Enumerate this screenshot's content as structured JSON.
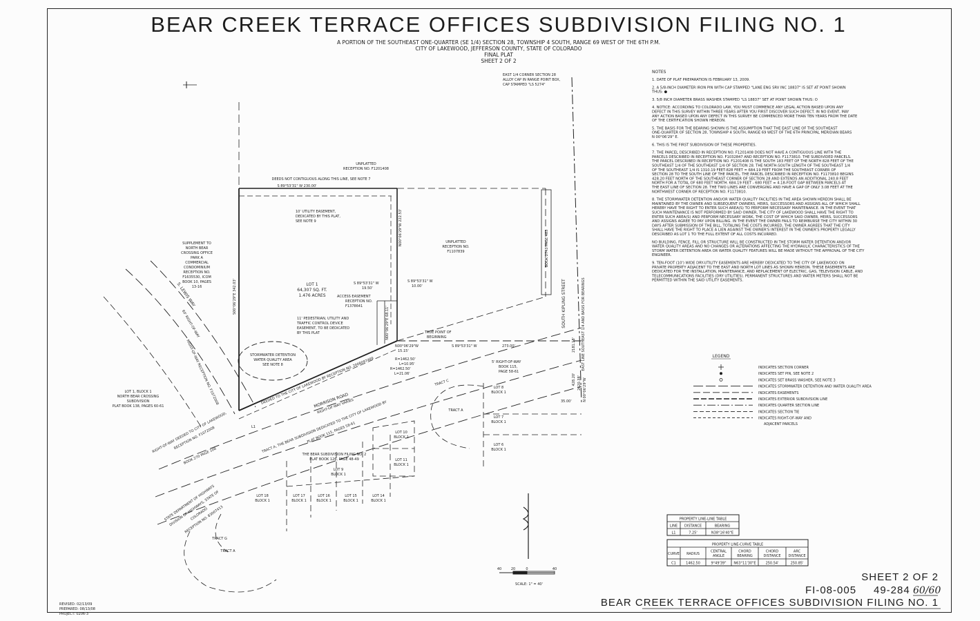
{
  "header": {
    "title": "BEAR CREEK TERRACE OFFICES SUBDIVISION FILING NO. 1",
    "subtitle_lines": [
      "A PORTION OF THE SOUTHEAST ONE-QUARTER (SE 1/4) SECTION 28, TOWNSHIP 4 SOUTH, RANGE 69 WEST OF THE 6TH P.M.",
      "CITY OF LAKEWOOD, JEFFERSON COUNTY, STATE OF COLORADO",
      "FINAL PLAT",
      "SHEET 2 OF 2"
    ]
  },
  "notes": {
    "heading": "NOTES",
    "items": [
      [
        "1.  DATE OF PLAT PREPARATION IS FEBRUARY 13, 2009."
      ],
      [
        "2.  A 5/8-INCH DIAMETER IRON PIN WITH CAP STAMPED \"LANE ENG SRV INC 18837\" IS SET AT POINT SHOWN",
        "THUS: ●"
      ],
      [
        "3.  5/8 INCH DIAMETER BRASS WASHER STAMPED \"LS 18837\" SET AT POINT SHOWN THUS: O"
      ],
      [
        "4.  NOTICE:  ACCORDING TO COLORADO LAW, YOU MUST COMMENCE ANY LEGAL ACTION BASED UPON ANY",
        "DEFECT IN THIS SURVEY WITHIN THREE YEARS AFTER YOU FIRST DISCOVER SUCH DEFECT.  IN NO EVENT, MAY",
        "ANY ACTION BASED UPON ANY DEFECT IN THIS SURVEY BE COMMENCED MORE THAN TEN YEARS FROM THE DATE",
        "OF THE CERTIFICATION SHOWN HEREON."
      ],
      [
        "5.  THE BASIS FOR THE BEARING SHOWN IS THE ASSUMPTION THAT THE EAST LINE OF THE SOUTHEAST",
        "ONE-QUARTER OF SECTION 28, TOWNSHIP 4 SOUTH, RANGE 69 WEST OF THE 6TH PRINCIPAL MERIDIAN BEARS",
        "N 00°06'29\" E."
      ],
      [
        "6.  THIS IS THE FIRST SUBDIVISION OF THESE PROPERTIES."
      ],
      [
        "7.  THE PARCEL DESCRIBED IN RECEPTION NO. F1201408 DOES NOT HAVE A CONTIGUOUS LINE WITH THE",
        "PARCELS DESCRIBED IN RECEPTION NO. F1032847 AND RECEPTION NO. F1173810.  THE SUBDIVIDED PARCELS.",
        "THE PARCEL DESCRIBED IN RECEPTION NO. F1201408 IS THE SOUTH 183 FEET OF THE NORTH 828 FEET OF THE",
        "SOUTHEAST 1/4 OF THE SOUTHEAST 1/4 OF SECTION 28.  THE NORTH-SOUTH LENGTH OF THE SOUTHEAST 1/4",
        "OF THE SOUTHEAST 1/4  IS 1310.19 FEET-828 FEET = 684.19 FEET FROM THE SOUTHEAST CORNER OF",
        "SECTION 28 TO THE SOUTH LINE OF THE PARCEL.  THE PARCEL DESCRIBED IN RECEPTION NO. F1173810 BEGINS",
        "428.20 FEET NORTH OF THE SOUTHEAST CORNER OF SECTION 28 AND EXTENDS AN ADDITIONAL 240.8 FEET",
        "NORTH FOR A TOTAL OF 680 FEET NORTH.  684.19 FEET - 680 FEET = 4.18-FOOT GAP BETWEEN PARCELS AT",
        "THE EAST LINE OF SECTION 28.  THE TWO LINES ARE CONVERGING AND HAVE A GAP OF ONLY 3.08 FEET AT THE",
        "NORTHWEST CORNER OF RECEPTION NO. F1173810."
      ],
      [
        "8.  THE STORMWATER DETENTION AND/OR WATER QUALITY FACILITIES IN THE AREA SHOWN HEREON SHALL BE",
        "MAINTAINED BY THE OWNER AND SUBSEQUENT OWNERS, HEIRS, SUCCESSORS AND ASSIGNS ALL OF WHICH SHALL",
        "HEREBY HAVE THE RIGHT TO ENTER SUCH AREA(S) TO PERFORM NECESSARY MAINTENANCE.  IN THE EVENT THAT",
        "SUCH MAINTENANCE IS NOT PERFORMED BY SAID OWNER, THE CITY OF LAKEWOOD SHALL HAVE THE RIGHT TO",
        "ENTER SUCH AREA(S) AND PERFORM NECESSARY WORK, THE COST OF WHICH SAID OWNER, HEIRS, SUCCESSORS",
        "AND ASSIGNS AGREE TO PAY UPON BILLING.  IN THE EVENT THE OWNER FAILS TO REIMBURSE THE CITY WITHIN 30",
        "DAYS AFTER SUBMISSION OF THE BILL, TOTALING THE COSTS INCURRED, THE OWNER AGREES THAT THE CITY",
        "SHALL HAVE THE RIGHT TO PLACE A LIEN AGAINST THE OWNER'S INTEREST IN THE OWNER'S PROPERTY LEGALLY",
        "DESCRIBED AS LOT 1 TO THE FULL EXTENT OF ALL COSTS INCURRED."
      ],
      [
        "NO BUILDING, FENCE, FILL OR STRUCTURE WILL BE CONSTRUCTED IN THE STORM WATER DETENTION AND/OR",
        "WATER QUALITY AREAS AND NO CHANGES OR ALTERATIONS AFFECTING THE HYDRAULIC CHARACTERISTICS OF THE",
        "STORM WATER DETENTION AREA OR WATER QUALITY FEATURES WILL BE MADE WITHOUT THE APPROVAL OF THE CITY",
        "ENGINEER."
      ],
      [
        "9.  TEN-FOOT (10') WIDE DRY-UTILITY EASEMENTS ARE HEREBY DEDICATED TO THE CITY OF LAKEWOOD ON",
        "PRIVATE PROPERTY ADJACENT TO THE EAST AND NORTH LOT LINES AS SHOWN HEREON.  THESE EASEMENTS ARE",
        "DEDICATED FOR THE INSTALLATION, MAINTENANCE, AND REPLACEMENT OF ELECTRIC, GAS, TELEVISION CABLE, AND",
        "TELECOMMUNICATIONS FACILITIES (DRY UTILITIES).  PERMANENT STRUCTURES AND WATER METERS SHALL NOT BE",
        "PERMITTED WITHIN THE SAID UTILITY EASEMENTS."
      ]
    ]
  },
  "legend": {
    "heading": "LEGEND",
    "items": [
      "INDICATES SECTION CORNER",
      "INDICATES SET PIN, SEE NOTE 2",
      "INDICATES SET BRASS WASHER, SEE NOTE 3",
      "INDICATES STORMWATER DETENTION AND WATER QUALITY AREA",
      "INDICATES EASEMENTS",
      "INDICATES EXTERIOR SUBDIVISION LINE",
      "INDICATES QUARTER SECTION LINE",
      "INDICATES SECTION TIE",
      "INDICATES RIGHT-OF-WAY AND",
      "ADJACENT PARCELS"
    ]
  },
  "line_table": {
    "title": "PROPERTY LINE-LINE TABLE",
    "headers": [
      "LINE",
      "DISTANCE",
      "BEARING"
    ],
    "rows": [
      [
        "L1",
        "7.25'",
        "N38°16'40\"E"
      ]
    ]
  },
  "curve_table": {
    "title": "PROPERTY LINE-CURVE TABLE",
    "headers": [
      "CURVE",
      "RADIUS",
      "CENTRAL ANGLE",
      "CHORD BEARING",
      "CHORD DISTANCE",
      "ARC DISTANCE"
    ],
    "rows": [
      [
        "C1",
        "1462.50",
        "9°49'39\"",
        "N63°11'30\"E",
        "250.54'",
        "250.85'"
      ]
    ]
  },
  "title_block": {
    "sheet": "SHEET 2 OF 2",
    "file_no": "FI-08-005",
    "case_no": "49-284",
    "handwritten": "60/60",
    "title": "BEAR CREEK TERRACE OFFICES SUBDIVISION FILING NO. 1"
  },
  "revision": [
    "REVISED: 02/13/09",
    "PREPARED: 08/13/08",
    "PROJECT: 0206-3"
  ],
  "scale": {
    "ticks": [
      "40",
      "20",
      "0",
      "40"
    ],
    "label": "SCALE: 1\" = 40'"
  },
  "map_labels": {
    "corner_note": [
      "EAST 1/4 CORNER SECTION 28",
      "ALLOY CAP IN RANGE POINT BOX,",
      "CAP STAMPED \"LS 5274\""
    ],
    "unplatted_north": [
      "UNPLATTED",
      "RECEPTION NO. F1201408"
    ],
    "deeds_note": "DEEDS NOT CONTIGUOUS ALONG THIS LINE, SEE NOTE 7",
    "north_bearing": "S 89°53'31\" W",
    "north_dist": "230.00'",
    "utility_easement": [
      "10' UTILITY EASEMENT,",
      "DEDICATED BY THIS PLAT,",
      "SEE NOTE 9"
    ],
    "unplatted_east": [
      "UNPLATTED",
      "RECEPTION NO.",
      "F1107839"
    ],
    "book_page": "BOOK 2743 PAGE 483",
    "supplement": [
      "SUPPLEMENT TO",
      "NORTH BEAR",
      "CROSSING OFFICE",
      "PARK A",
      "COMMERCIAL",
      "CONDOMINIUM",
      "RECEPTION NO.",
      "F1635530, ICOM",
      "BOOK 10, PAGES",
      "13-16"
    ],
    "lot1": [
      "LOT 1",
      "64,307 SQ. FT.",
      "1.476 ACRES"
    ],
    "bearing_a": "S 89°53'31\" W",
    "dist_a": "19.50'",
    "bearing_b": "S 89°53'31\" W",
    "dist_b": "10.00'",
    "access": [
      "ACCESS EASEMENT",
      "RECEPTION NO.",
      "F1378641"
    ],
    "pedestrian": [
      "11' PEDESTRIAN, UTILITY AND",
      "TRAFFIC CONTROL DEVICE",
      "EASEMENT, TO BE DEDICATED",
      "BY THIS PLAT"
    ],
    "west_line": "S00°06'29\"E",
    "west_dist": "342.03'",
    "east_line": "N00°06'29\"W",
    "east_dist": "222.53'",
    "small_seg": "N00°06'29\"E",
    "small_dist": "68.11'",
    "true_point": [
      "TRUE POINT OF",
      "BEGINNING"
    ],
    "bearing_c": "N00°06'29\"W",
    "dist_c": "15.15'",
    "south_bearing": "S 89°53'31\" W",
    "south_dist": "273.00'",
    "curve_labels": [
      "R=1462.50'",
      "L=10.95'",
      "R=1462.50'",
      "L=21.06'"
    ],
    "row_five": [
      "5' RIGHT-OF-WAY",
      "BOOK 115,",
      "PAGE 58-61"
    ],
    "stormwater": [
      "STORMWATER DETENTION",
      "WATER QUALITY AREA",
      "SEE NOTE 8"
    ],
    "deeded_strip": "DEEDED TO THE CITY OF LAKEWOOD BY RECEPTION NO. 2008097489",
    "morrison": "MORRISON ROAD",
    "morrison_row": "RIGHT-OF-WAY VARIES",
    "kipling": "SOUTH KIPLING STREET",
    "east_line_note": "EAST LINE SOUTHEAST 1/4 AND BASIS FOR BEARINGS",
    "east_tie": "N 00°06'29\"W",
    "east_tie_1": "2181.18'",
    "east_tie_2": "428.20'",
    "east_tie_3": "2620.38'",
    "row_35": "35.00'",
    "lewis": "S. LEWIS WAY",
    "lewis_row": [
      "60' RIGHT-OF-WAY",
      "RIGHT-OF-WAY RECEPTION NO. F1072008"
    ],
    "lot1_block1": [
      "LOT 1, BLOCK 1",
      "NORTH BEAR CROSSING",
      "SUBDIVISION",
      "PLAT BOOK 138, PAGES 60-61"
    ],
    "row_deeded": [
      "RIGHT-OF-WAY DEEDED TO CITY OF LAKEWOOD,",
      "RECEPTION NO. F1072008"
    ],
    "book270": "BOOK 270 PAGE 108",
    "tract_a_strip": [
      "TRACT A, THE BEAR SUBDIVISION DEDICATED TO THE CITY OF LAKEWOOD BY",
      "PLAT BOOK 115, PAGES 58-61"
    ],
    "state_dept": [
      "STATE DEPARTMENT OF HIGHWAYS",
      "DIVISION OF HIGHWAYS, STATE OF",
      "COLORADO",
      "RECEPTION NO. 83007413"
    ],
    "filing2": [
      "THE BEAR SUBDIVISION FILING NO. 2",
      "PLAT BOOK 126, PAGE 48-49"
    ],
    "tract_c": "TRACT C",
    "tract_a": "TRACT A",
    "tract_g": "TRACT G",
    "tract_a2": "TRACT A",
    "lots": [
      [
        "LOT 8",
        "BLOCK 1"
      ],
      [
        "LOT 7",
        "BLOCK 1"
      ],
      [
        "LOT 6",
        "BLOCK 1"
      ],
      [
        "LOT 10",
        "BLOCK 1"
      ],
      [
        "LOT 11",
        "BLOCK 1"
      ],
      [
        "LOT 9",
        "BLOCK 1"
      ],
      [
        "LOT 18",
        "BLOCK 1"
      ],
      [
        "LOT 17",
        "BLOCK 1"
      ],
      [
        "LOT 16",
        "BLOCK 1"
      ],
      [
        "LOT 15",
        "BLOCK 1"
      ],
      [
        "LOT 14",
        "BLOCK 1"
      ]
    ],
    "l1": "L1"
  }
}
